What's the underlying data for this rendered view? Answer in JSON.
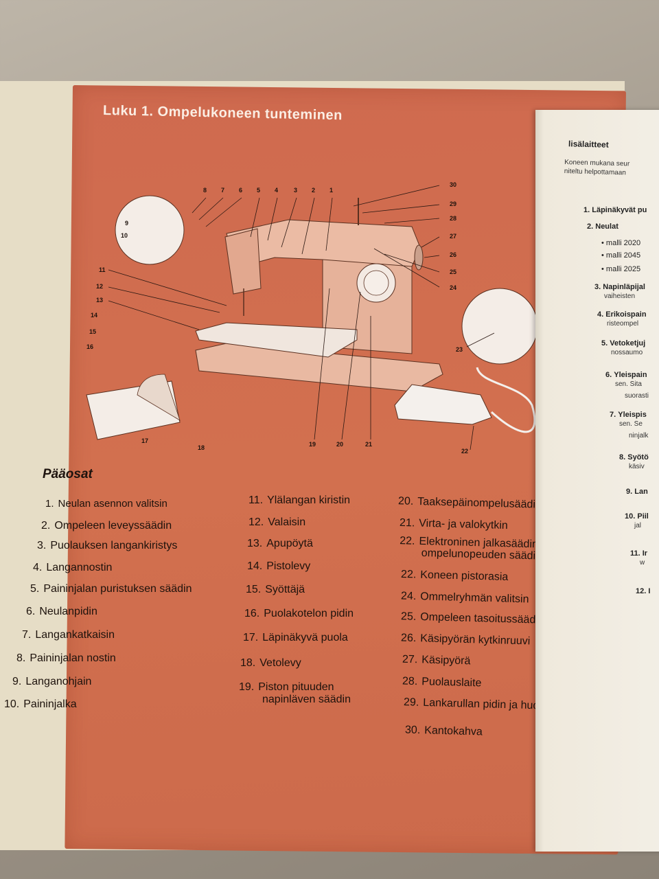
{
  "title": "Luku 1. Ompelukoneen tunteminen",
  "section_title": "Pääosat",
  "parts_col1": [
    {
      "num": "1.",
      "text": "Neulan asennon valitsin"
    },
    {
      "num": "2.",
      "text": "Ompeleen leveyssäädin"
    },
    {
      "num": "3.",
      "text": "Puolauksen langankiristys"
    },
    {
      "num": "4.",
      "text": "Langannostin"
    },
    {
      "num": "5.",
      "text": "Paininjalan puristuksen säädin"
    },
    {
      "num": "6.",
      "text": "Neulanpidin"
    },
    {
      "num": "7.",
      "text": "Langankatkaisin"
    },
    {
      "num": "8.",
      "text": "Paininjalan nostin"
    },
    {
      "num": "9.",
      "text": "Langanohjain"
    },
    {
      "num": "10.",
      "text": "Paininjalka"
    }
  ],
  "parts_col2": [
    {
      "num": "11.",
      "text": "Ylälangan kiristin"
    },
    {
      "num": "12.",
      "text": "Valaisin"
    },
    {
      "num": "13.",
      "text": "Apupöytä"
    },
    {
      "num": "14.",
      "text": "Pistolevy"
    },
    {
      "num": "15.",
      "text": "Syöttäjä"
    },
    {
      "num": "16.",
      "text": "Puolakotelon pidin"
    },
    {
      "num": "17.",
      "text": "Läpinäkyvä puola"
    },
    {
      "num": "18.",
      "text": "Vetolevy"
    },
    {
      "num": "19.",
      "text": "Piston pituuden",
      "text2": "napinläven säädin"
    }
  ],
  "parts_col3": [
    {
      "num": "20.",
      "text": "Taaksepäinompelusäädin"
    },
    {
      "num": "21.",
      "text": "Virta- ja valokytkin"
    },
    {
      "num": "22.",
      "text": "Elektroninen jalkasäädin ja",
      "text2": "ompelunopeuden säädin"
    },
    {
      "num": "22.",
      "text": "Koneen pistorasia"
    },
    {
      "num": "24.",
      "text": "Ommelryhmän valitsin"
    },
    {
      "num": "25.",
      "text": "Ompeleen tasoitussäädin"
    },
    {
      "num": "26.",
      "text": "Käsipyörän kytkinruuvi"
    },
    {
      "num": "27.",
      "text": "Käsipyörä"
    },
    {
      "num": "28.",
      "text": "Puolauslaite"
    },
    {
      "num": "29.",
      "text": "Lankarullan pidin ja huopa"
    },
    {
      "num": "30.",
      "text": "Kantokahva"
    }
  ],
  "diagram_labels": [
    "1",
    "2",
    "3",
    "4",
    "5",
    "6",
    "7",
    "8",
    "9",
    "10",
    "11",
    "12",
    "13",
    "14",
    "15",
    "16",
    "17",
    "18",
    "19",
    "20",
    "21",
    "22",
    "23",
    "24",
    "25",
    "26",
    "27",
    "28",
    "29",
    "30"
  ],
  "right_page": {
    "title": "lisälaitteet",
    "intro_line1": "Koneen mukana seur",
    "intro_line2": "niteltu helpottamaan",
    "items": [
      {
        "num": "1.",
        "text": "Läpinäkyvät pu"
      },
      {
        "num": "2.",
        "text": "Neulat"
      },
      {
        "num": "•",
        "text": "malli 2020"
      },
      {
        "num": "•",
        "text": "malli 2045"
      },
      {
        "num": "•",
        "text": "malli 2025"
      },
      {
        "num": "3.",
        "text": "Napinläpijal",
        "text2": "vaiheisten"
      },
      {
        "num": "4.",
        "text": "Erikoispain",
        "text2": "risteompel"
      },
      {
        "num": "5.",
        "text": "Vetoketjuj",
        "text2": "nossaumo"
      },
      {
        "num": "6.",
        "text": "Yleispain",
        "text2": "sen. Sita"
      },
      {
        "num": "",
        "text": "",
        "text2": "suorasti"
      },
      {
        "num": "7.",
        "text": "Yleispis",
        "text2": "sen. Se"
      },
      {
        "num": "",
        "text": "",
        "text2": "ninjalk"
      },
      {
        "num": "8.",
        "text": "Syötö",
        "text2": "käsiv"
      },
      {
        "num": "9.",
        "text": "Lan"
      },
      {
        "num": "10.",
        "text": "Piil",
        "text2": "jal"
      },
      {
        "num": "11.",
        "text": "Ir",
        "text2": "w"
      },
      {
        "num": "12.",
        "text": "I"
      }
    ]
  },
  "colors": {
    "panel_orange": "#cf6a4f",
    "machine_body": "#e8b49c",
    "text_dark": "#1d120c",
    "title_light": "#fbeee4"
  }
}
